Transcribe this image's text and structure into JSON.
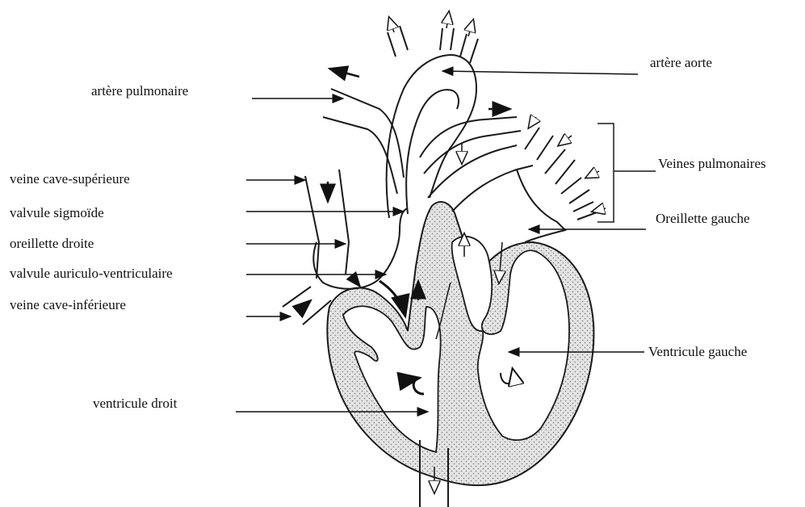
{
  "labels": {
    "left": {
      "arteria_pulmonaire": "artère pulmonaire",
      "veine_cave_sup": "veine cave-supérieure",
      "valvule_sigmoide": "valvule sigmoïde",
      "oreillette_droite": "oreillette droite",
      "valvule_av": "valvule auriculo-ventriculaire",
      "veine_cave_inf": "veine cave-inférieure",
      "ventricule_droit": "ventricule droit"
    },
    "right": {
      "artere_aorte": "artère aorte",
      "veines_pulmonaires": "Veines pulmonaires",
      "oreillette_gauche": "Oreillette gauche",
      "ventricule_gauche": "Ventricule gauche"
    }
  },
  "colors": {
    "line": "#1a1a1a",
    "muscle_fill": "#d9d9d9",
    "background": "#ffffff"
  }
}
